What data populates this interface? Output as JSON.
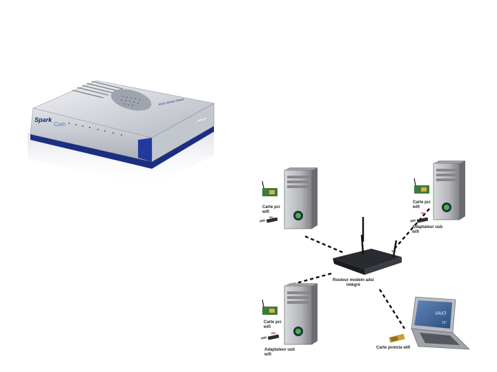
{
  "modem": {
    "brand_main": "Spark",
    "brand_sub": "Com",
    "model_text": "ADSL Modem Router"
  },
  "diagram": {
    "top_left": {
      "card_label": "Carte pci\nwifi",
      "or_label": "ou"
    },
    "top_right": {
      "card_label": "Carte pci\nwifi",
      "or_label": "ou",
      "usb_label": "Adaptateur usb\nwifi"
    },
    "center": {
      "router_label": "Routeur modem adsl\nintégré"
    },
    "bottom_left": {
      "card_label": "Carte pci\nwifi",
      "or_label": "ou",
      "usb_label": "Adaptateur usb\nwifi"
    },
    "bottom_right": {
      "pcmcia_label": "Carte pcmcia wifi",
      "laptop_brand": "VAIO",
      "screen_size": "15\""
    }
  },
  "colors": {
    "modem_blue": "#1b2f80",
    "modem_silver": "#c9ccd3",
    "card_green": "#3f7a3a",
    "tower_gray": "#b8b9bd"
  }
}
